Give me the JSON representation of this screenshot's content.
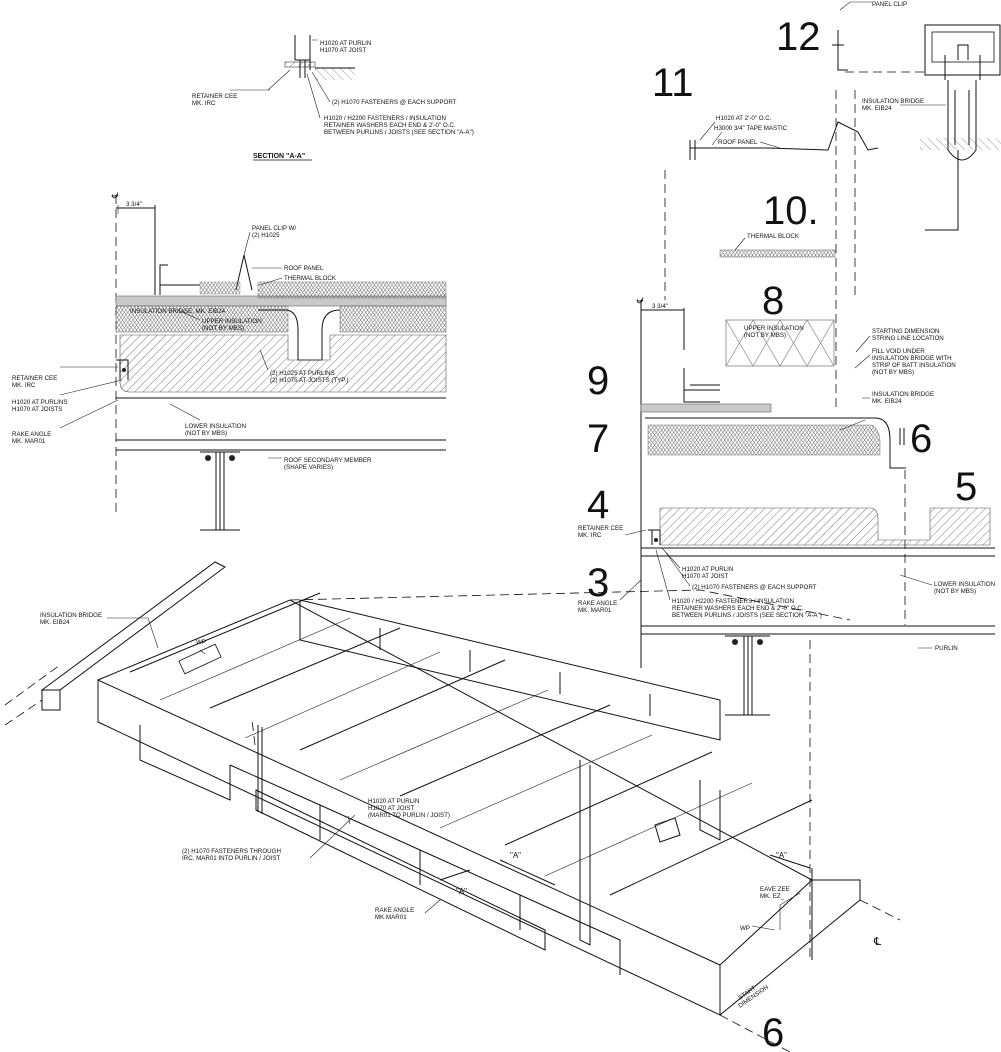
{
  "section_aa": {
    "title": "SECTION \"A-A\"",
    "labels": [
      "H1020 AT  PURLIN",
      "H1070 AT JOIST",
      "RETAINER CEE",
      "MK. IRC",
      "(2) H1070 FASTENERS @ EACH SUPPORT",
      "H1020 / H2200 FASTENERS / INSULATION",
      "RETAINER WASHERS EACH END &  2'-0\" O.C.",
      "BETWEEN PURLINS / JOISTS (SEE SECTION \"A-A\")"
    ]
  },
  "left_detail": {
    "labels": [
      "3 3/4\"",
      "PANEL CLIP W/",
      "(2) H1025",
      "ROOF PANEL",
      "THERMAL BLOCK",
      "INSULATION  BRIDGE, MK. EIB24",
      "UPPER INSULATION",
      "(NOT BY MBS)",
      "RETAINER CEE",
      "MK. IRC",
      "H1020 AT PURLINS",
      "H1070 AT JOISTS",
      "(2) H1025 AT PURLINS",
      "(2) H1075 AT JOISTS (TYP.)",
      "RAKE ANGLE",
      "MK. MAR01",
      "LOWER INSULATION",
      "(NOT BY MBS)",
      "ROOF  SECONDARY MEMBER",
      "(SHAPE VARIES)"
    ]
  },
  "right_detail": {
    "step_numbers": [
      "12",
      "11",
      "10.",
      "8",
      "9",
      "7",
      "6",
      "5",
      "4",
      "3"
    ],
    "labels": [
      "PANEL CLIP",
      "INSULATION BRIDGE",
      "MK. EIB24",
      "H1020 AT 2'-0\" O.C.",
      "H3000 3/4\" TAPE MASTIC",
      "ROOF PANEL",
      "THERMAL BLOCK",
      "3 3/4\"",
      "UPPER INSULATION",
      "(NOT BY MBS)",
      "STARTING DIMENSION",
      "STRING LINE LOCATION",
      "FILL VOID UNDER",
      "INSULATION BRIDGE WITH",
      "STRIP OF BATT INSULATION",
      "(NOT BY MBS)",
      "INSULATION BRIDGE",
      "MK. EIB24",
      "RETAINER CEE",
      "MK.  IRC",
      "H1020 AT  PURLIN",
      "H1070 AT JOIST",
      "(2) H1070 FASTENERS @ EACH SUPPORT",
      "LOWER INSULATION",
      "(NOT BY MBS)",
      "RAKE ANGLE",
      "MK.  MAR01",
      "H1020 / H2200 FASTENERS / INSULATION",
      "RETAINER WASHERS EACH END &  2'-0\" O.C.",
      "BETWEEN PURLINS / JOISTS (SEE SECTION \"A-A\")",
      "PURLIN"
    ]
  },
  "iso_view": {
    "step_number": "6",
    "labels": [
      "INSULATION BRIDGE",
      "MK. EIB24",
      "WP",
      "H1020 AT  PURLIN",
      "H1070 AT JOIST",
      "(MAR01 TO PURLIN / JOIST)",
      "(2) H1070 FASTENERS THROUGH",
      "IRC, MAR01 INTO PURLIN / JOIST",
      "\"A\"",
      "\"A\"",
      "\"A\"",
      "RAKE ANGLE",
      "MK.MAR01",
      "EAVE ZEE",
      "MK. EZ_",
      "WP",
      "START",
      "DIMENSION"
    ]
  },
  "centerline_symbol": "℄"
}
